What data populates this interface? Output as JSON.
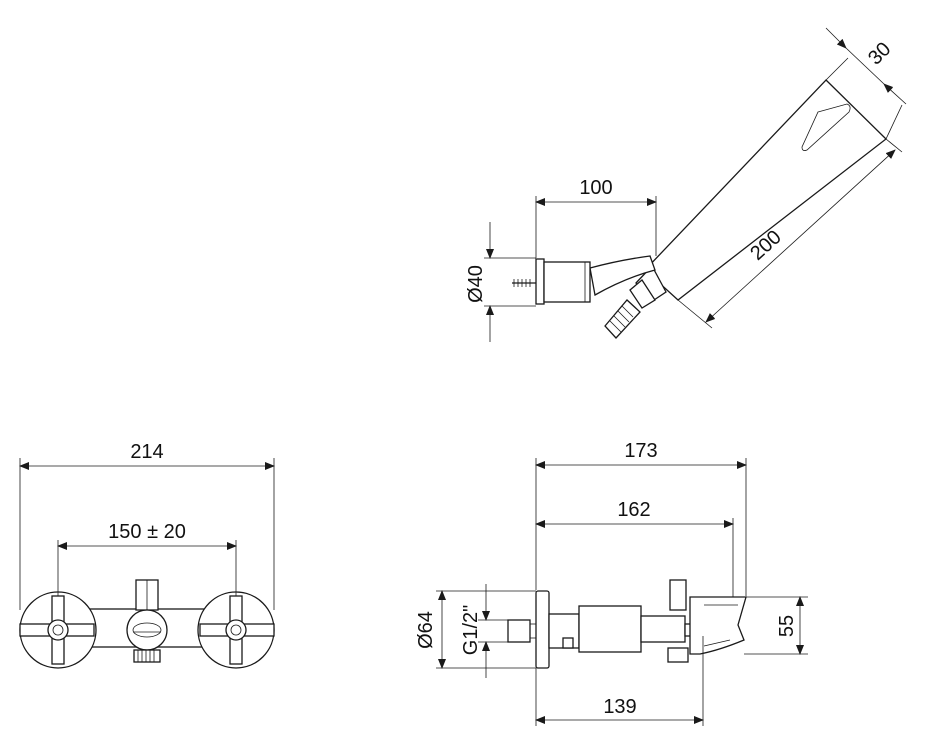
{
  "dimensions": {
    "hand_shower_width": "30",
    "hand_shower_length": "200",
    "holder_length": "100",
    "holder_diameter": "Ø40",
    "mixer_width": "214",
    "mixer_centers": "150 ± 20",
    "side_depth_total": "173",
    "side_depth_spout": "162",
    "side_depth_body": "139",
    "rosette_diameter": "Ø64",
    "connection_thread": "G1/2\"",
    "spout_height": "55"
  },
  "colors": {
    "line": "#1a1a1a",
    "background": "#ffffff"
  }
}
